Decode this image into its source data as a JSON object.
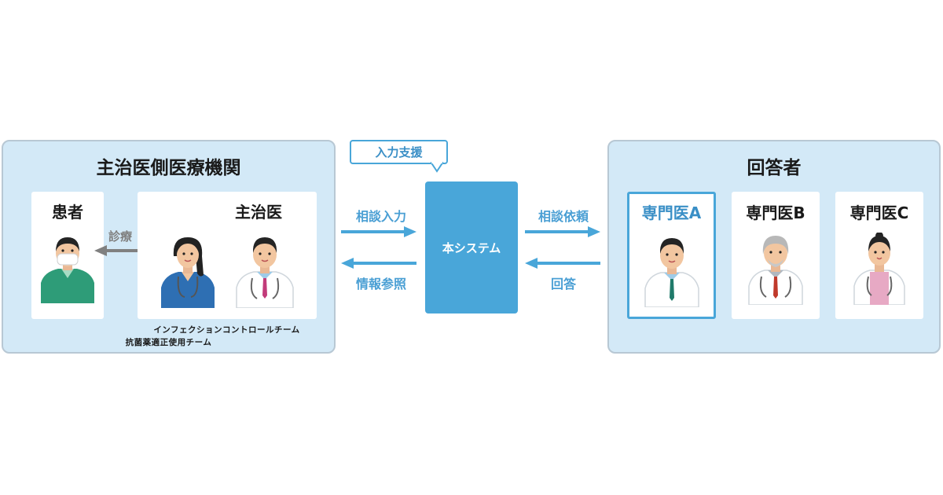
{
  "left_panel": {
    "title": "主治医側医療機関",
    "patient_label": "患者",
    "doctor_label": "主治医",
    "exam_label": "診療",
    "team_note_1": "インフェクションコントロールチーム",
    "team_note_2": "抗菌薬適正使用チーム"
  },
  "center": {
    "input_support": "入力支援",
    "system_label": "本システム",
    "consult_input": "相談入力",
    "info_reference": "情報参照",
    "consult_request": "相談依頼",
    "answer": "回答"
  },
  "right_panel": {
    "title": "回答者",
    "specialists": [
      {
        "label": "専門医A"
      },
      {
        "label": "専門医B"
      },
      {
        "label": "専門医C"
      }
    ]
  },
  "colors": {
    "panel_bg": "#d3e9f7",
    "accent_blue": "#49a6d9",
    "label_blue": "#4a9fd4",
    "gray_arrow": "#808080"
  }
}
